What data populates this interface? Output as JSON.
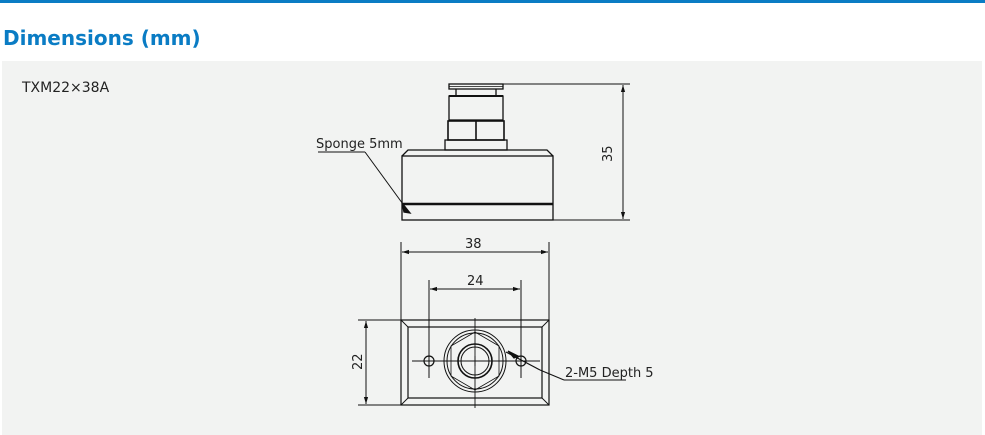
{
  "header": {
    "title": "Dimensions (mm)",
    "accent_color": "#0a7cc4"
  },
  "panel": {
    "background": "#f2f3f2",
    "model": "TXM22×38A"
  },
  "drawing": {
    "side_view": {
      "height_dim": "35",
      "sponge_label": "Sponge 5mm"
    },
    "bottom_view": {
      "width_dim": "38",
      "hole_spacing_dim": "24",
      "depth_dim": "22",
      "hole_label": "2-M5 Depth 5"
    }
  }
}
